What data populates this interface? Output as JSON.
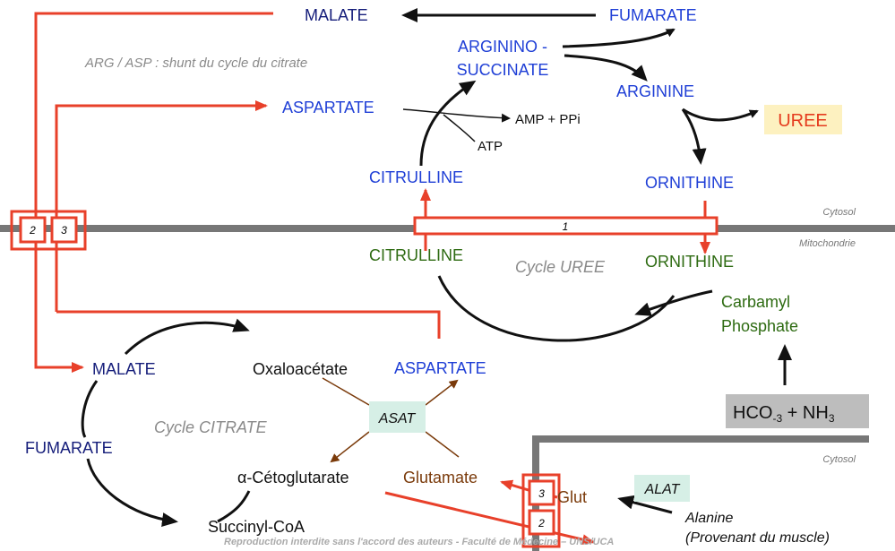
{
  "title": "ARG / ASP : shunt du cycle du citrate",
  "compartments": {
    "cytosol": "Cytosol",
    "mitochondria": "Mitochondrie",
    "cytosol_lower": "Cytosol"
  },
  "urea_cycle": {
    "label": "Cycle UREE",
    "malate": "MALATE",
    "fumarate": "FUMARATE",
    "argininosuccinate_1": "ARGININO -",
    "argininosuccinate_2": "SUCCINATE",
    "arginine": "ARGININE",
    "uree": "UREE",
    "ornithine_cyto": "ORNITHINE",
    "citrulline_cyto": "CITRULLINE",
    "aspartate_cyto": "ASPARTATE",
    "amp_ppi": "AMP + PPi",
    "atp": "ATP",
    "citrulline_mito": "CITRULLINE",
    "ornithine_mito": "ORNITHINE",
    "carbamyl_1": "Carbamyl",
    "carbamyl_2": "Phosphate",
    "hco3": "HCO",
    "hco3_sub": "-3",
    "plus_nh3": " +  NH",
    "nh3_sub": "3"
  },
  "citrate_cycle": {
    "label": "Cycle CITRATE",
    "malate": "MALATE",
    "oxaloacetate": "Oxaloacétate",
    "aspartate": "ASPARTATE",
    "fumarate": "FUMARATE",
    "alpha_ketoglutarate": "α-Cétoglutarate",
    "glutamate": "Glutamate",
    "succinyl_coa": "Succinyl-CoA",
    "asat": "ASAT"
  },
  "transporters": {
    "t1": "1",
    "t2": "2",
    "t3": "3",
    "t2b": "2",
    "t3b": "3"
  },
  "alanine": {
    "glut": "Glut",
    "alat": "ALAT",
    "alanine": "Alanine",
    "origin": "(Provenant du muscle)"
  },
  "footer": "Reproduction interdite  sans l'accord des auteurs - Faculté de Médecine – UNS/UCA",
  "colors": {
    "transport": "#e8402a",
    "membrane": "#777777",
    "uree_bg": "#fdf1c0",
    "enzyme_bg": "#d6efe6"
  }
}
